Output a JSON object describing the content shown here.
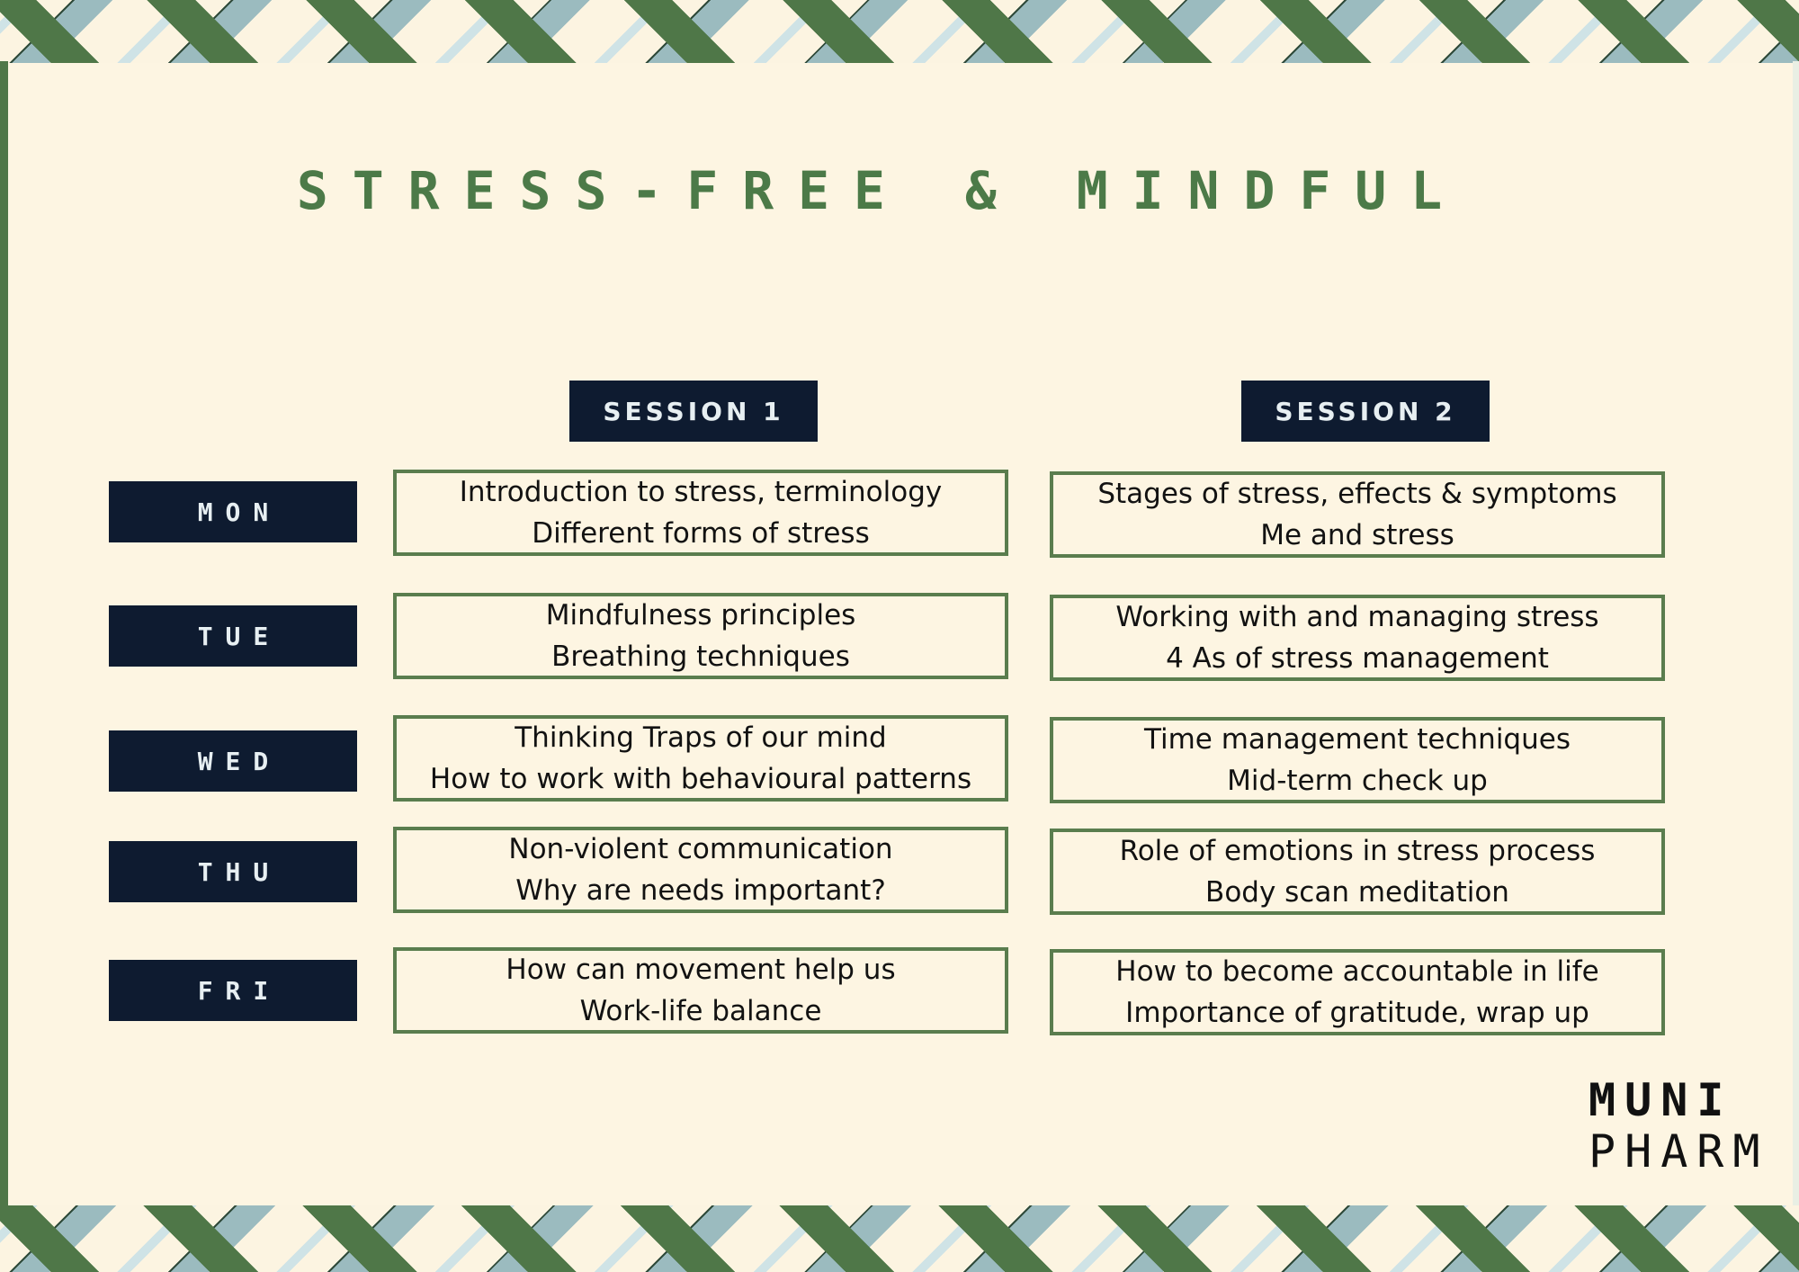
{
  "title": "STRESS-FREE & MINDFUL",
  "sessions": [
    "SESSION 1",
    "SESSION 2"
  ],
  "schedule": [
    {
      "day": "MON",
      "s1": [
        "Introduction to stress, terminology",
        "Different forms of stress"
      ],
      "s2": [
        "Stages of stress, effects & symptoms",
        "Me and stress"
      ]
    },
    {
      "day": "TUE",
      "s1": [
        "Mindfulness principles",
        "Breathing techniques"
      ],
      "s2": [
        "Working with and managing stress",
        "4 As of stress management"
      ]
    },
    {
      "day": "WED",
      "s1": [
        "Thinking Traps of our mind",
        "How to work with behavioural patterns"
      ],
      "s2": [
        "Time management techniques",
        "Mid-term check up"
      ]
    },
    {
      "day": "THU",
      "s1": [
        "Non-violent communication",
        "Why are needs important?"
      ],
      "s2": [
        "Role of emotions in stress process",
        "Body scan meditation"
      ]
    },
    {
      "day": "FRI",
      "s1": [
        "How can movement help us",
        "Work-life balance"
      ],
      "s2": [
        "How to become accountable in life",
        "Importance of gratitude, wrap up"
      ]
    }
  ],
  "logo": {
    "line1": "MUNI",
    "line2": "PHARM"
  },
  "colors": {
    "green": "#4f7748",
    "navy": "#0e1b30",
    "cream": "#fdf5e2",
    "teal": "#9bbbbf"
  }
}
